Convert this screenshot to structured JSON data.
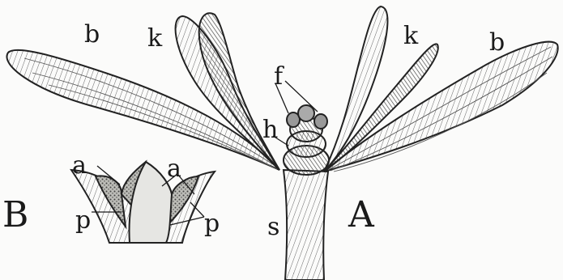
{
  "figure": {
    "labels": {
      "b_left": "b",
      "b_right": "b",
      "k_left": "k",
      "k_right": "k",
      "f": "f",
      "h": "h",
      "a_left": "a",
      "a_right": "a",
      "p_left": "p",
      "p_right": "p",
      "s": "s",
      "A": "A",
      "B": "B"
    }
  }
}
